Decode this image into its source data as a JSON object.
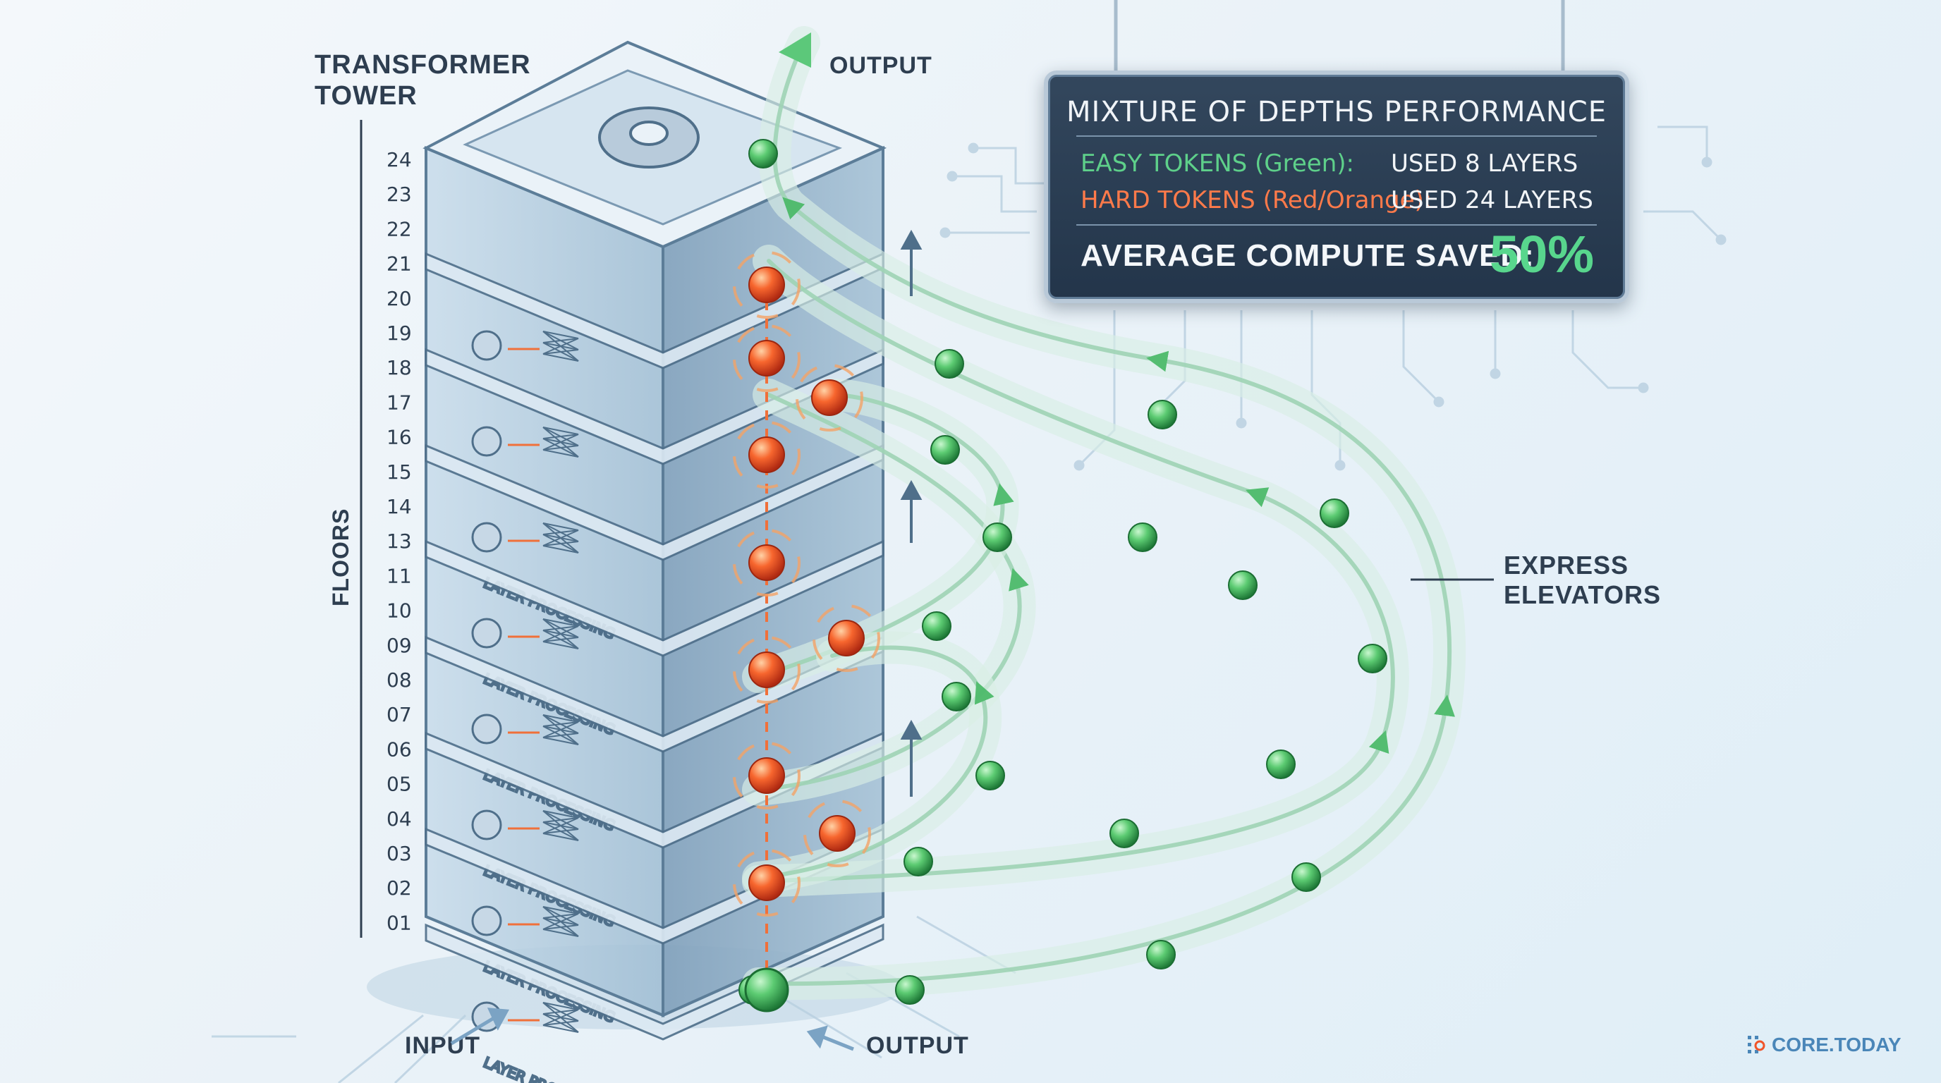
{
  "title": {
    "line1": "TRANSFORMER",
    "line2": "TOWER"
  },
  "labels": {
    "floors": "FLOORS",
    "input": "INPUT",
    "output_top": "OUTPUT",
    "output_bottom": "OUTPUT",
    "express_line1": "EXPRESS",
    "express_line2": "ELEVATORS",
    "layer_processing": "LAYER PROCESSING"
  },
  "floor_numbers": [
    "24",
    "23",
    "22",
    "21",
    "20",
    "19",
    "18",
    "17",
    "16",
    "15",
    "14",
    "13",
    "11",
    "10",
    "09",
    "08",
    "07",
    "06",
    "05",
    "04",
    "03",
    "02",
    "01"
  ],
  "performance": {
    "title": "MIXTURE OF DEPTHS PERFORMANCE",
    "rows": [
      {
        "key": "EASY TOKENS (Green):",
        "value": "USED 8 LAYERS"
      },
      {
        "key": "HARD TOKENS (Red/Orange):",
        "value": "USED 24 LAYERS"
      }
    ],
    "saved_label": "AVERAGE COMPUTE SAVED:",
    "saved_value": "50%"
  },
  "brand": "CORE.TODAY",
  "colors": {
    "easy": "#4cbb6c",
    "hard": "#f0542a",
    "tube": "#b9e0d0",
    "board_bg": "#2a3d52",
    "accent_text": "#2e3e50"
  },
  "icons": [
    "gear-icon",
    "neural-net-icon",
    "arrow-up-icon",
    "circuit-icon"
  ]
}
